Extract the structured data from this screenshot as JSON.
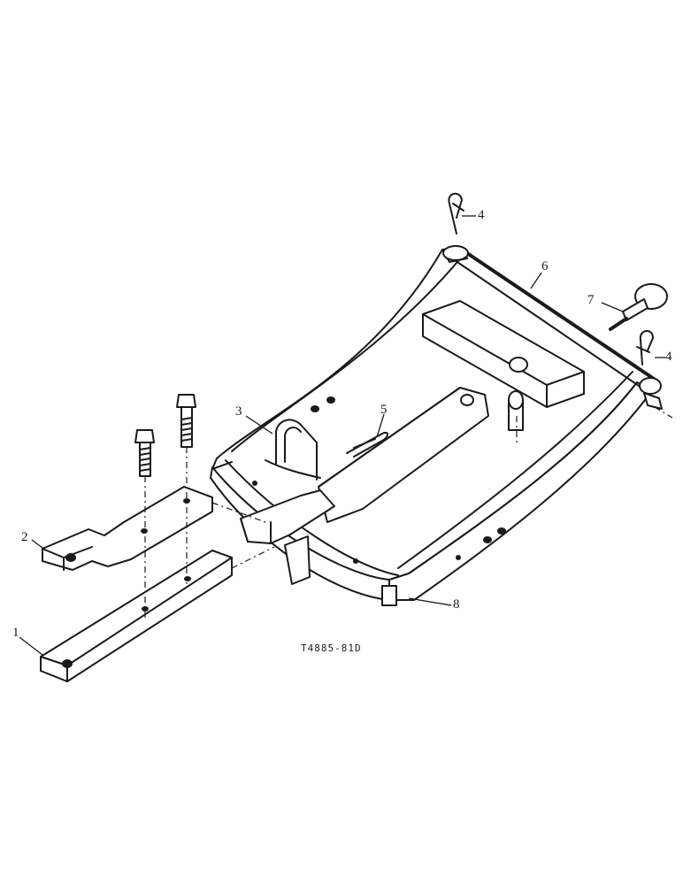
{
  "drawing": {
    "code": "T4885-81D",
    "callouts": [
      {
        "id": "1",
        "text": "1"
      },
      {
        "id": "2",
        "text": "2"
      },
      {
        "id": "3",
        "text": "3"
      },
      {
        "id": "4a",
        "text": "4"
      },
      {
        "id": "4b",
        "text": "4"
      },
      {
        "id": "5",
        "text": "5"
      },
      {
        "id": "6",
        "text": "6"
      },
      {
        "id": "7",
        "text": "7"
      },
      {
        "id": "8",
        "text": "8"
      }
    ]
  }
}
